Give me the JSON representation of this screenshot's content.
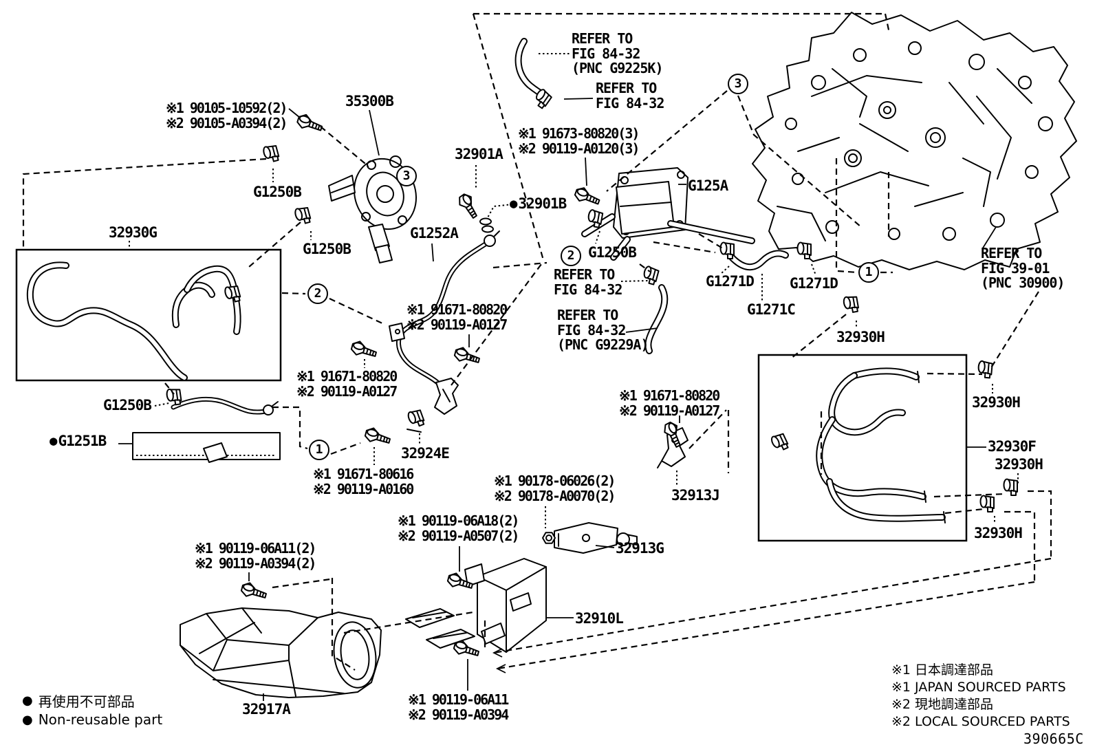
{
  "colors": {
    "ink": "#000000",
    "paper": "#ffffff"
  },
  "footer": {
    "diagram_code": "390665C"
  },
  "callouts": {
    "c1": "1",
    "c2": "2",
    "c3": "3"
  },
  "part_labels": {
    "p35300b": "35300B",
    "p32930g": "32930G",
    "g1250b": "G1250B",
    "p32901a": "32901A",
    "p32901b": "32901B",
    "g1252a": "G1252A",
    "g125a": "G125A",
    "g1271d": "G1271D",
    "g1271c": "G1271C",
    "p32930h": "32930H",
    "p32930f": "32930F",
    "p32924e": "32924E",
    "p32913j": "32913J",
    "p32913g": "32913G",
    "p32910l": "32910L",
    "p32917a": "32917A",
    "g1251b": "G1251B"
  },
  "fastener_notes": {
    "n90105": [
      "※1 90105-10592(2)",
      "※2 90105-A0394(2)"
    ],
    "n91673": [
      "※1 91673-80820(3)",
      "※2 90119-A0120(3)"
    ],
    "n91671_80820": [
      "※1 91671-80820",
      "※2 90119-A0127"
    ],
    "n91671_80616": [
      "※1 91671-80616",
      "※2 90119-A0160"
    ],
    "n90178": [
      "※1 90178-06026(2)",
      "※2 90178-A0070(2)"
    ],
    "n90119_06a18": [
      "※1 90119-06A18(2)",
      "※2 90119-A0507(2)"
    ],
    "n90119_06a11_2": [
      "※1 90119-06A11(2)",
      "※2 90119-A0394(2)"
    ],
    "n90119_06a11": [
      "※1 90119-06A11",
      "※2 90119-A0394"
    ]
  },
  "references": {
    "fig8432_g9225k": [
      "REFER TO",
      "FIG 84-32",
      "(PNC G9225K)"
    ],
    "fig8432_top": [
      "REFER TO",
      "FIG 84-32"
    ],
    "fig8432_mid": [
      "REFER TO",
      "FIG 84-32"
    ],
    "fig8432_g9229a": [
      "REFER TO",
      "FIG 84-32",
      "(PNC G9229A)"
    ],
    "fig3901": [
      "REFER TO",
      "FIG 39-01",
      "(PNC 30900)"
    ]
  },
  "legend": {
    "non_reusable_bullet": "●",
    "non_reusable_jp": "再使用不可部品",
    "non_reusable_en": "Non-reusable part",
    "sourcing_notes": [
      "※1 日本調達部品",
      "※1 JAPAN SOURCED PARTS",
      "※2 現地調達部品",
      "※2 LOCAL SOURCED PARTS"
    ]
  }
}
